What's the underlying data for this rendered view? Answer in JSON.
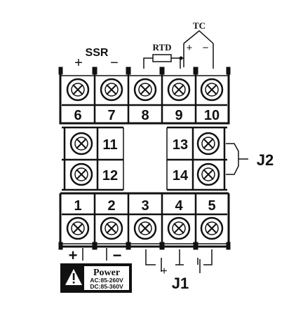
{
  "labels": {
    "ssr": "SSR",
    "ssr_plus": "+",
    "ssr_minus": "−",
    "rtd": "RTD",
    "tc": "TC",
    "tc_plus": "+",
    "tc_minus": "−",
    "j2": "J2",
    "j1": "J1",
    "j1_plus": "+",
    "power_plus": "+",
    "power_minus": "−"
  },
  "terminals": {
    "top": [
      "6",
      "7",
      "8",
      "9",
      "10"
    ],
    "bottom": [
      "1",
      "2",
      "3",
      "4",
      "5"
    ],
    "left": [
      "11",
      "12"
    ],
    "right": [
      "13",
      "14"
    ]
  },
  "power_label": {
    "title": "Power",
    "ac": "AC:85-260V",
    "dc": "DC:85-360V"
  }
}
